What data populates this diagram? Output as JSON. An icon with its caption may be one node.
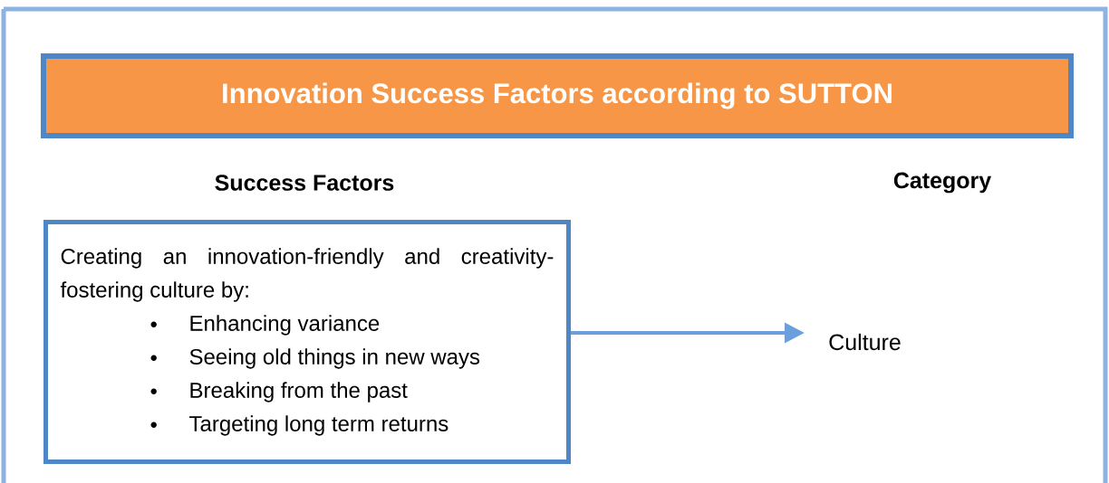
{
  "diagram": {
    "nodes": [
      {
        "text": [
          "Innovation Success Factors according to SUTTON"
        ]
      },
      {
        "text": [
          "Creating an innovation-friendly and creativity-fostering culture by:",
          "Enhancing variance",
          "Seeing old things in new ways",
          "Breaking from the past",
          "Targeting long term returns"
        ]
      },
      {
        "text": [
          "Culture"
        ]
      }
    ],
    "edges": [
      {
        "from": 1,
        "to": 2,
        "arrow": "to"
      }
    ],
    "labels": [
      "Success Factors",
      "Category"
    ]
  }
}
